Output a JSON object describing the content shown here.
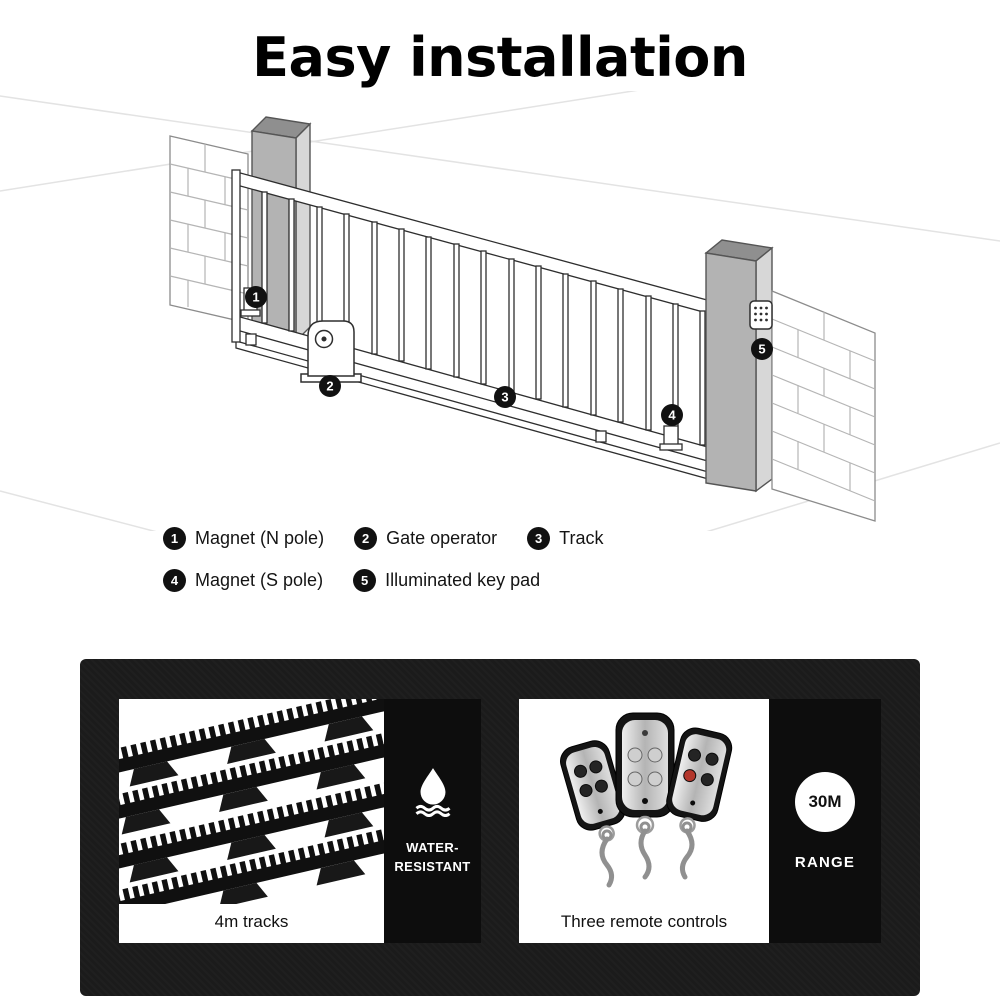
{
  "title": "Easy installation",
  "legend": {
    "items": [
      {
        "num": "1",
        "label": "Magnet (N pole)"
      },
      {
        "num": "2",
        "label": "Gate operator"
      },
      {
        "num": "3",
        "label": "Track"
      },
      {
        "num": "4",
        "label": "Magnet (S pole)"
      },
      {
        "num": "5",
        "label": "Illuminated key pad"
      }
    ]
  },
  "features": {
    "tracks": {
      "caption": "4m tracks",
      "badge_line1": "WATER-",
      "badge_line2": "RESISTANT",
      "icon": "water-drop-icon"
    },
    "remotes": {
      "caption": "Three remote controls",
      "badge_circle": "30M",
      "badge_label": "RANGE"
    }
  },
  "colors": {
    "section_bg": "#1b1b1b",
    "panel_bg": "#0d0d0d",
    "callout_bg": "#111111"
  }
}
